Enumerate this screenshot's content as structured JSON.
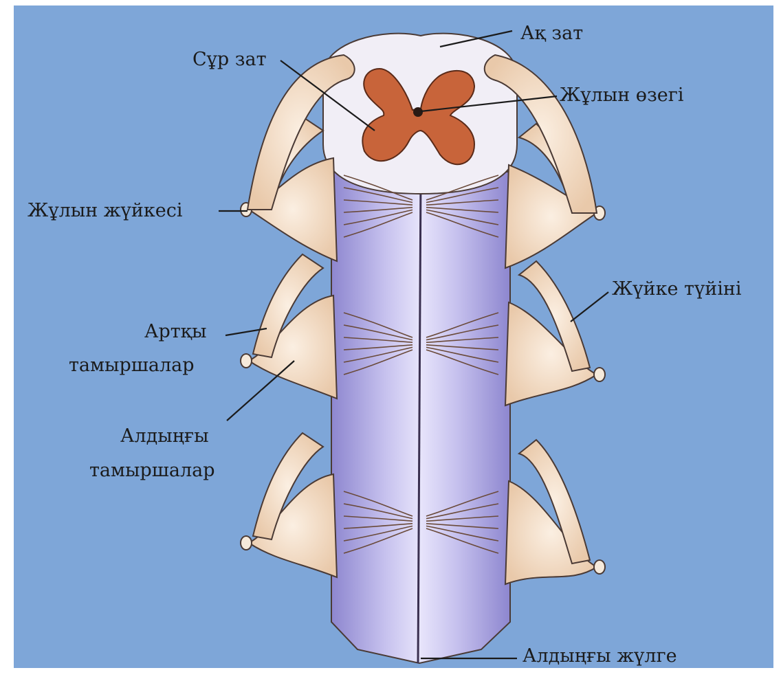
{
  "labels": {
    "white_matter": "Ақ зат",
    "gray_matter": "Сұр зат",
    "central_canal": "Жұлын өзегі",
    "spinal_nerve": "Жұлын жүйкесі",
    "ganglion": "Жүйке түйіні",
    "posterior_roots_1": "Артқы",
    "posterior_roots_2": "тамыршалар",
    "anterior_roots_1": "Алдыңғы",
    "anterior_roots_2": "тамыршалар",
    "anterior_fissure": "Алдыңғы жүлге"
  },
  "colors": {
    "background": "#7ea6d8",
    "cord": "#b9b4e6",
    "cord_shadow": "#8d86cf",
    "gray_matter": "#c8643a",
    "white_matter": "#f1eef6",
    "nerve": "#f4dfc9",
    "nerve_outline": "#4a3a35",
    "leader": "#1b1b1b"
  }
}
